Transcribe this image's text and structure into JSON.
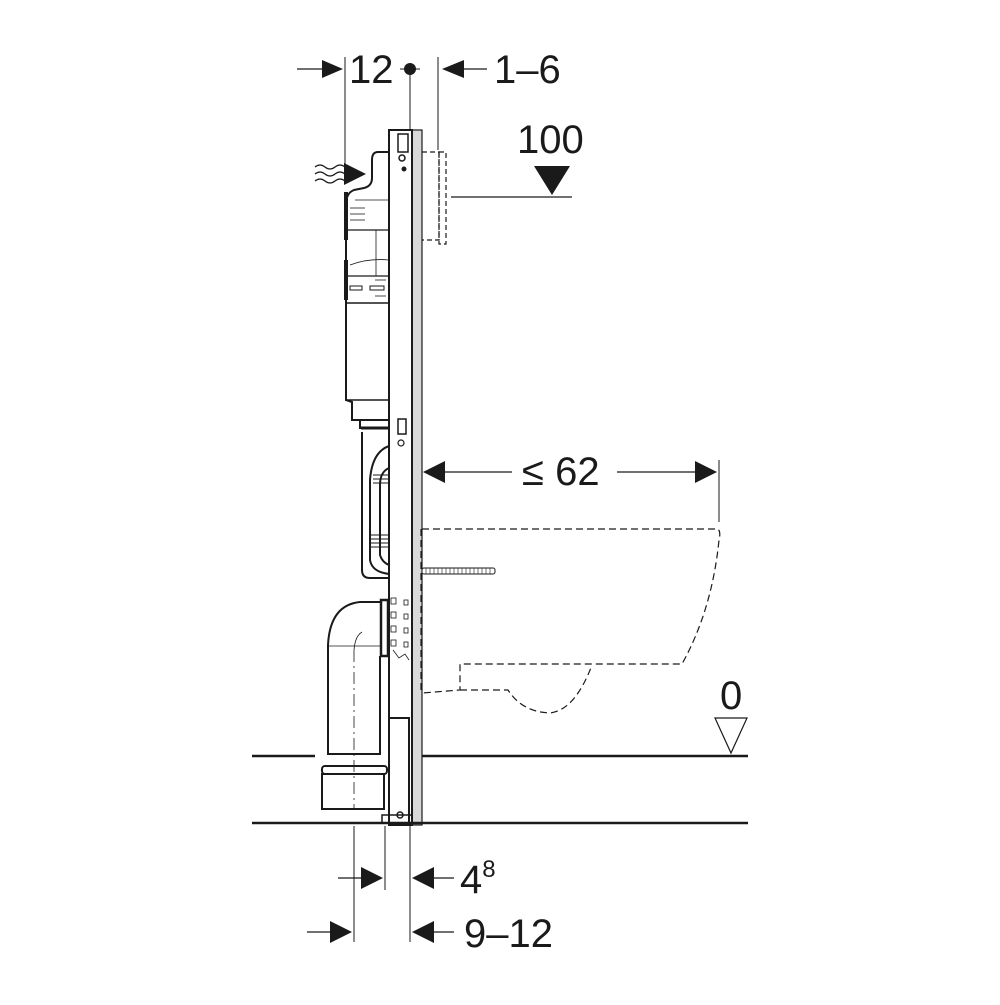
{
  "diagram": {
    "title": "Wall-hung WC installation frame – side section",
    "colors": {
      "line": "#1a1a1a",
      "frame_fill": "#d9d9d9",
      "background": "#ffffff"
    },
    "dimensions": {
      "top_left": "12",
      "top_right": "1–6",
      "height_marker_top": "100",
      "projection": "≤ 62",
      "floor_marker": "0",
      "bottom_upper_base": "4",
      "bottom_upper_sup": "8",
      "bottom_lower": "9–12"
    },
    "components": [
      "cistern",
      "flush-plate-outline",
      "water-supply-inlet",
      "frame-rail",
      "flush-pipe",
      "drain-bend",
      "drain-connector",
      "wc-bowl-outline",
      "mounting-stud",
      "finished-floor-line",
      "raw-floor-line",
      "height-reference-markers"
    ]
  }
}
